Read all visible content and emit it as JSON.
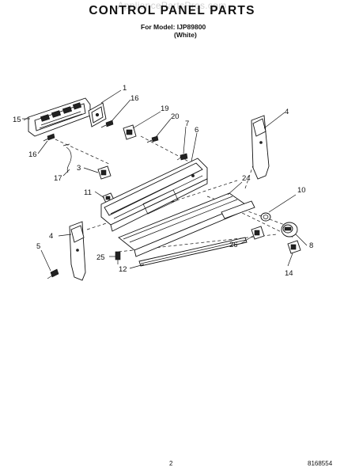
{
  "watermark": "AppliancePartsPros.com",
  "header": {
    "title": "CONTROL PANEL PARTS",
    "model_line": "For Model: IJP89800",
    "color_line": "(White)"
  },
  "callouts": {
    "c1": "1",
    "c16a": "16",
    "c15": "15",
    "c16b": "16",
    "c19": "19",
    "c20": "20",
    "c7": "7",
    "c6": "6",
    "c4a": "4",
    "c17": "17",
    "c3": "3",
    "c11": "11",
    "c24": "24",
    "c10": "10",
    "c4b": "4",
    "c5": "5",
    "c26": "26",
    "c8": "8",
    "c25": "25",
    "c12": "12",
    "c14": "14"
  },
  "footer": {
    "page_number": "2",
    "document_number": "8168554"
  }
}
